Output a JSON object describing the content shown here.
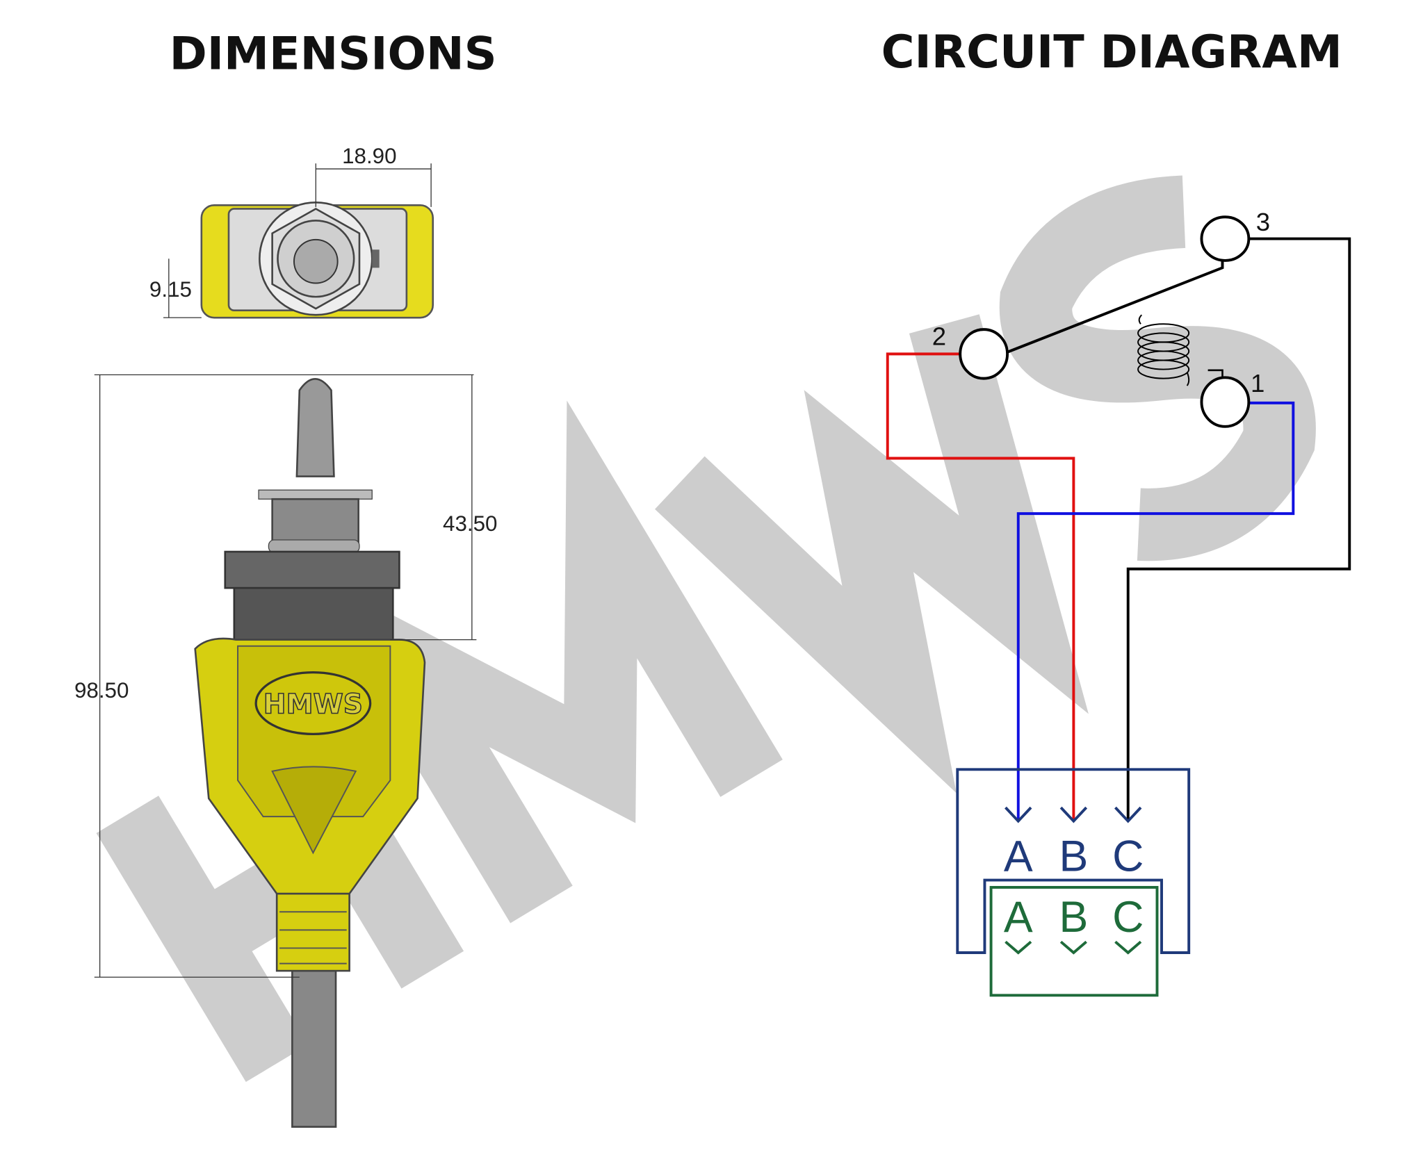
{
  "titles": {
    "dimensions": "DIMENSIONS",
    "circuit": "CIRCUIT DIAGRAM"
  },
  "dimensions": {
    "top_width": "18.90",
    "top_half_height": "9.15",
    "total_length": "98.50",
    "upper_length": "43.50"
  },
  "product_logo": "HMWS",
  "watermark": "HMWS",
  "circuit": {
    "pins": [
      "1",
      "2",
      "3"
    ],
    "connector_upper_labels": [
      "A",
      "B",
      "C"
    ],
    "connector_lower_labels": [
      "A",
      "B",
      "C"
    ],
    "wire_colors": {
      "pin1_to_A": "#1010e0",
      "pin2_to_B": "#e01010",
      "pin3_to_C": "#000000"
    },
    "connector_colors": {
      "socket": "#1f3a7a",
      "plug": "#1e6b3a"
    }
  }
}
